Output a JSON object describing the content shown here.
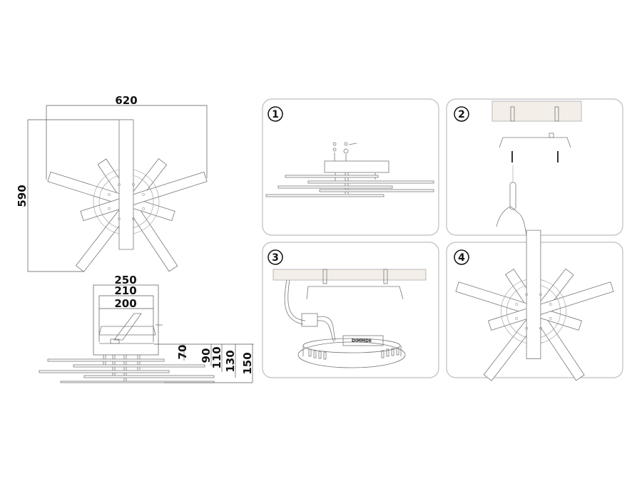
{
  "top_view": {
    "width_label": "620",
    "height_label": "590"
  },
  "side_view": {
    "width_labels": [
      "250",
      "210",
      "200"
    ],
    "height_labels": [
      "70",
      "90",
      "110",
      "130",
      "150"
    ]
  },
  "steps": [
    {
      "number": "1"
    },
    {
      "number": "2"
    },
    {
      "number": "3",
      "driver_label": "DIMMDE"
    },
    {
      "number": "4"
    }
  ]
}
